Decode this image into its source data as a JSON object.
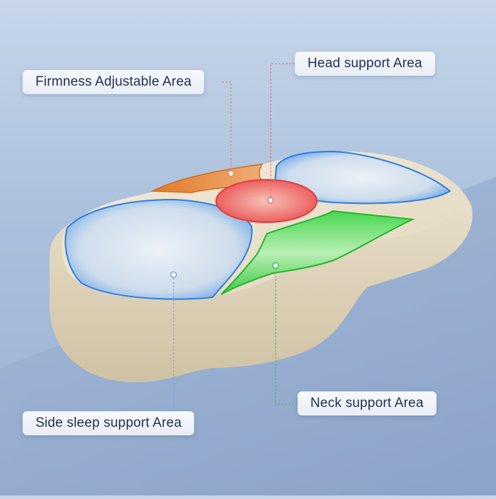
{
  "labels": {
    "firmness": "Firmness Adjustable Area",
    "head": "Head support Area",
    "neck": "Neck support Area",
    "side": "Side sleep support Area"
  },
  "colors": {
    "background": "#b4c6df",
    "pillow": "#e6dcc4",
    "side_zone": "#3f8de0",
    "head_zone": "#e84a4a",
    "neck_zone": "#28c83a",
    "firmness_zone": "#e08a3a",
    "label_text": "#1f2f52"
  }
}
